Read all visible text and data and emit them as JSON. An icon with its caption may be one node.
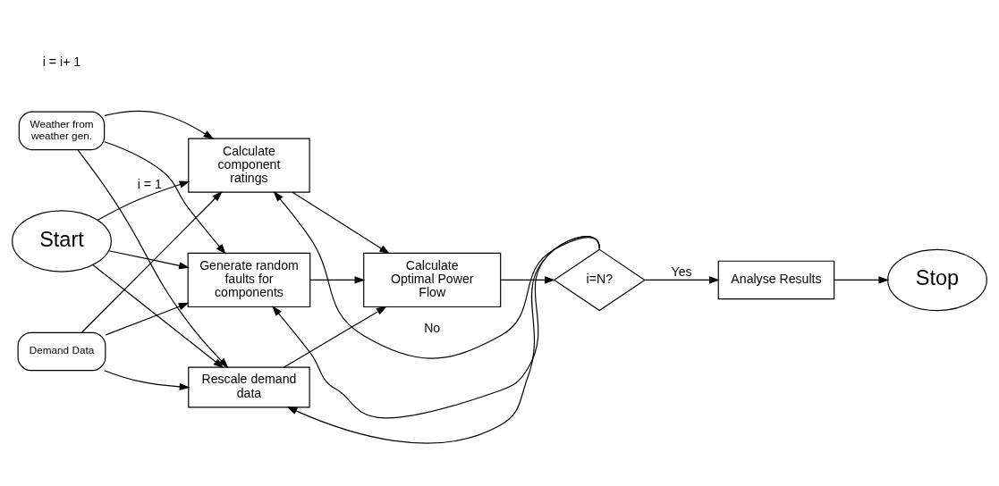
{
  "diagram": {
    "nodes": [
      {
        "text": [
          "Start"
        ]
      },
      {
        "text": [
          "Weather from weather gen."
        ]
      },
      {
        "text": [
          "Demand Data"
        ]
      },
      {
        "text": [
          "Calculate component ratings"
        ]
      },
      {
        "text": [
          "Generate random faults for components"
        ]
      },
      {
        "text": [
          "Rescale demand data"
        ]
      },
      {
        "text": [
          "Calculate Optimal Power Flow"
        ]
      },
      {
        "text": [
          "i=N?"
        ]
      },
      {
        "text": [
          "Analyse Results"
        ]
      },
      {
        "text": [
          "Stop"
        ]
      }
    ],
    "edges": [
      {
        "from": 0,
        "to": 3,
        "arrow": "to",
        "label": "i = 1"
      },
      {
        "from": 0,
        "to": 4,
        "arrow": "to"
      },
      {
        "from": 0,
        "to": 5,
        "arrow": "to"
      },
      {
        "from": 1,
        "to": 3,
        "arrow": "to"
      },
      {
        "from": 1,
        "to": 4,
        "arrow": "to"
      },
      {
        "from": 1,
        "to": 5,
        "arrow": "to"
      },
      {
        "from": 2,
        "to": 3,
        "arrow": "to"
      },
      {
        "from": 2,
        "to": 4,
        "arrow": "to"
      },
      {
        "from": 2,
        "to": 5,
        "arrow": "to"
      },
      {
        "from": 7,
        "to": 3,
        "arrow": "to",
        "label": "No"
      },
      {
        "from": 7,
        "to": 4,
        "arrow": "to"
      },
      {
        "from": 7,
        "to": 5,
        "arrow": "to"
      },
      {
        "from": 3,
        "to": 6,
        "arrow": "to"
      },
      {
        "from": 4,
        "to": 6,
        "arrow": "to"
      },
      {
        "from": 5,
        "to": 6,
        "arrow": "to"
      },
      {
        "from": 6,
        "to": 7,
        "arrow": "to"
      },
      {
        "from": 7,
        "to": 8,
        "arrow": "to",
        "label": "Yes"
      },
      {
        "from": 8,
        "to": 9,
        "arrow": "to"
      }
    ],
    "labels": [
      "i = i+ 1"
    ]
  }
}
